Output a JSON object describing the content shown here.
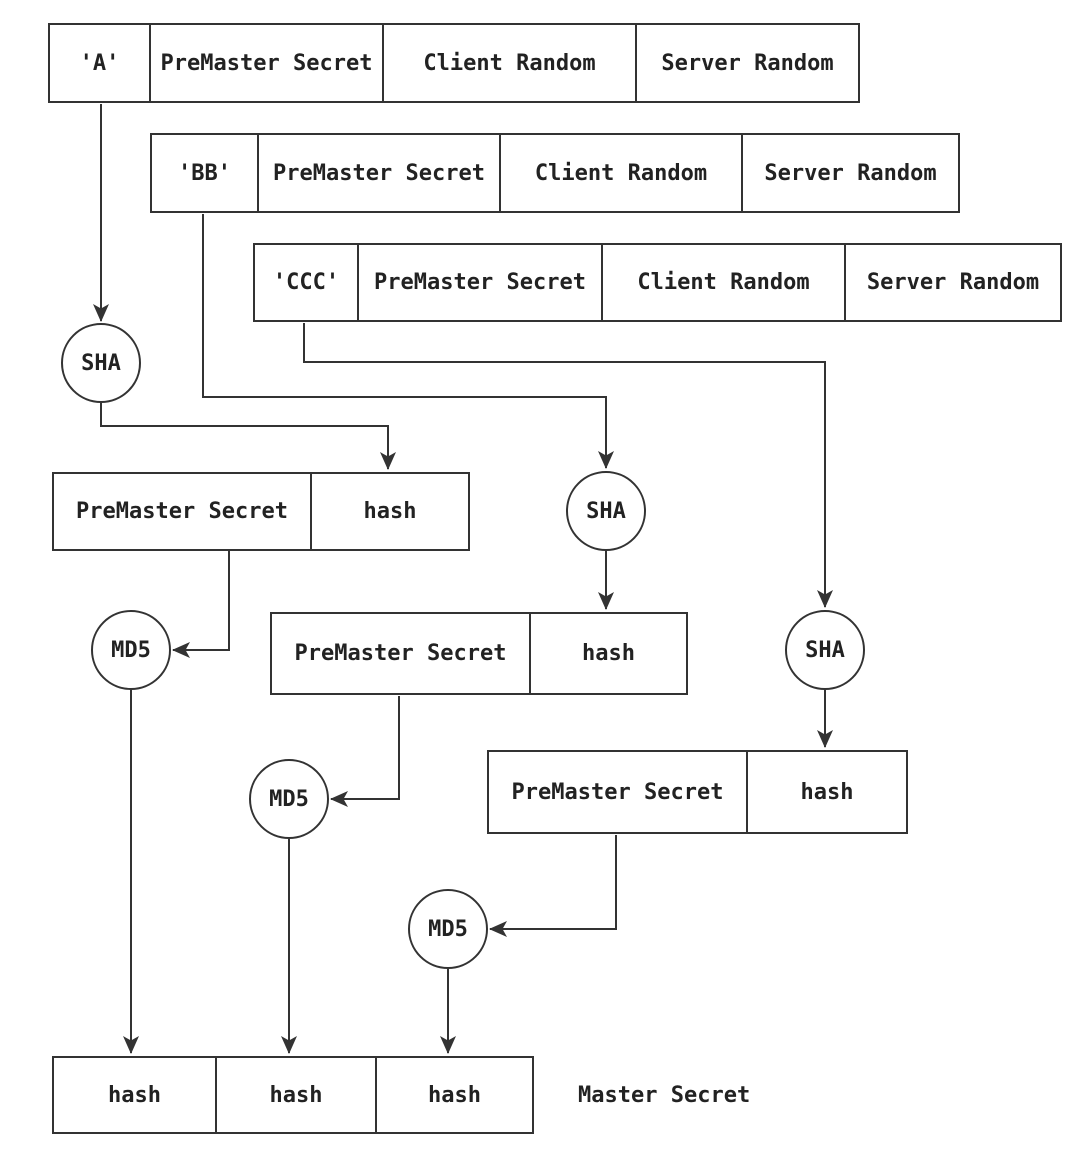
{
  "colors": {
    "line": "#333333",
    "text": "#222222",
    "background": "#ffffff"
  },
  "input_rows": [
    {
      "tag": "'A'",
      "premaster": "PreMaster Secret",
      "client_random": "Client Random",
      "server_random": "Server Random"
    },
    {
      "tag": "'BB'",
      "premaster": "PreMaster Secret",
      "client_random": "Client Random",
      "server_random": "Server Random"
    },
    {
      "tag": "'CCC'",
      "premaster": "PreMaster Secret",
      "client_random": "Client Random",
      "server_random": "Server Random"
    }
  ],
  "nodes": {
    "sha_a": "SHA",
    "sha_b": "SHA",
    "sha_c": "SHA",
    "md5_a": "MD5",
    "md5_b": "MD5",
    "md5_c": "MD5"
  },
  "digest_boxes": [
    {
      "premaster": "PreMaster Secret",
      "hash": "hash"
    },
    {
      "premaster": "PreMaster Secret",
      "hash": "hash"
    },
    {
      "premaster": "PreMaster Secret",
      "hash": "hash"
    }
  ],
  "master": {
    "cells": [
      "hash",
      "hash",
      "hash"
    ],
    "label": "Master Secret"
  }
}
